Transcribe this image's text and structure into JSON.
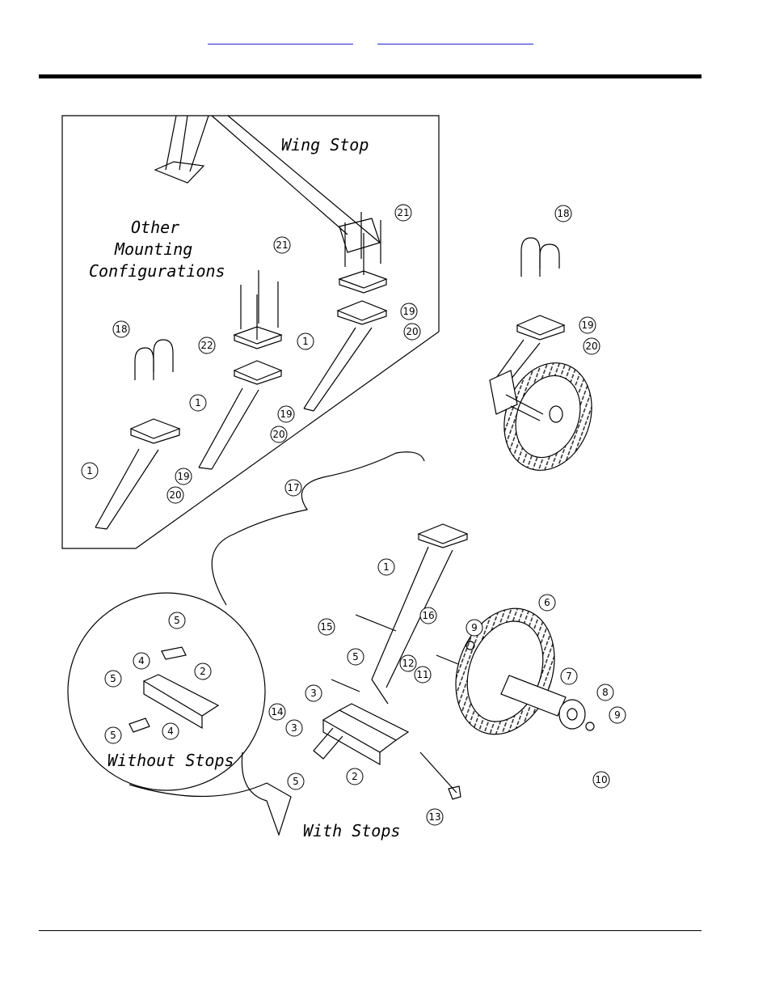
{
  "header": {
    "link_left": "",
    "link_right": ""
  },
  "diagram": {
    "label_wing_stop": "Wing Stop",
    "label_other_mounting": [
      "Other",
      "Mounting",
      "Configurations"
    ],
    "label_without_stops": "Without Stops",
    "label_with_stops": "With Stops",
    "callouts": {
      "1": "1",
      "2": "2",
      "3": "3",
      "4": "4",
      "5": "5",
      "6": "6",
      "7": "7",
      "8": "8",
      "9": "9",
      "10": "10",
      "11": "11",
      "12": "12",
      "13": "13",
      "14": "14",
      "15": "15",
      "16": "16",
      "17": "17",
      "18": "18",
      "19": "19",
      "20": "20",
      "21": "21",
      "22": "22"
    }
  }
}
